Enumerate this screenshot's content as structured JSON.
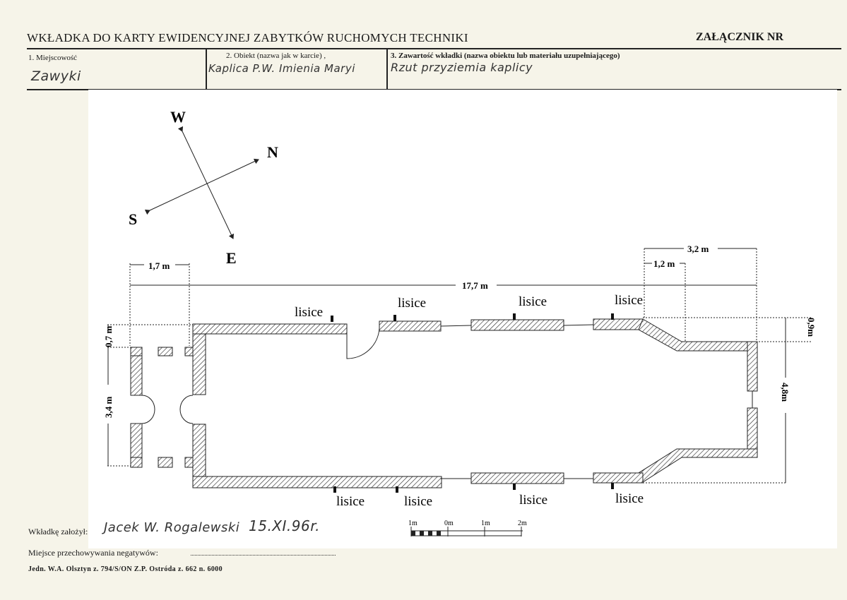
{
  "header": {
    "title": "WKŁADKA DO KARTY EWIDENCYJNEJ ZABYTKÓW RUCHOMYCH TECHNIKI",
    "appendix_label": "ZAŁĄCZNIK NR"
  },
  "fields": {
    "locality_label": "1. Miejscowość",
    "locality_value": "Zawyki",
    "object_label": "2. Obiekt (nazwa jak w karcie) ,",
    "object_value": "Kaplica P.W. Imienia Maryi",
    "content_label": "3. Zawartość wkładki (nazwa obiektu lub materiału uzupełniającego)",
    "content_value": "Rzut przyziemia kaplicy"
  },
  "compass": {
    "w": "W",
    "n": "N",
    "s": "S",
    "e": "E"
  },
  "dimensions": {
    "porch_width": "1,7 m",
    "total_length": "17,7 m",
    "apse_width": "3,2 m",
    "apse_step": "1,2 m",
    "wall_thickness": "0,7 m",
    "porch_depth": "3,4 m",
    "apse_offset": "0,9m",
    "apse_depth": "4,8m"
  },
  "annotations": {
    "lisice": "lisice"
  },
  "scale_bar": {
    "labels": [
      "1m",
      "0m",
      "1m",
      "2m"
    ]
  },
  "footer": {
    "founder_label": "Wkładkę założył:",
    "founder_value": "Jacek W. Rogalewski",
    "date_value": "15.XI.96r.",
    "negatives_label": "Miejsce przechowywania negatywów:",
    "printer_line": "Jedn. W.A. Olsztyn z. 794/S/ON Z.P. Ostróda z. 662 n. 6000"
  }
}
